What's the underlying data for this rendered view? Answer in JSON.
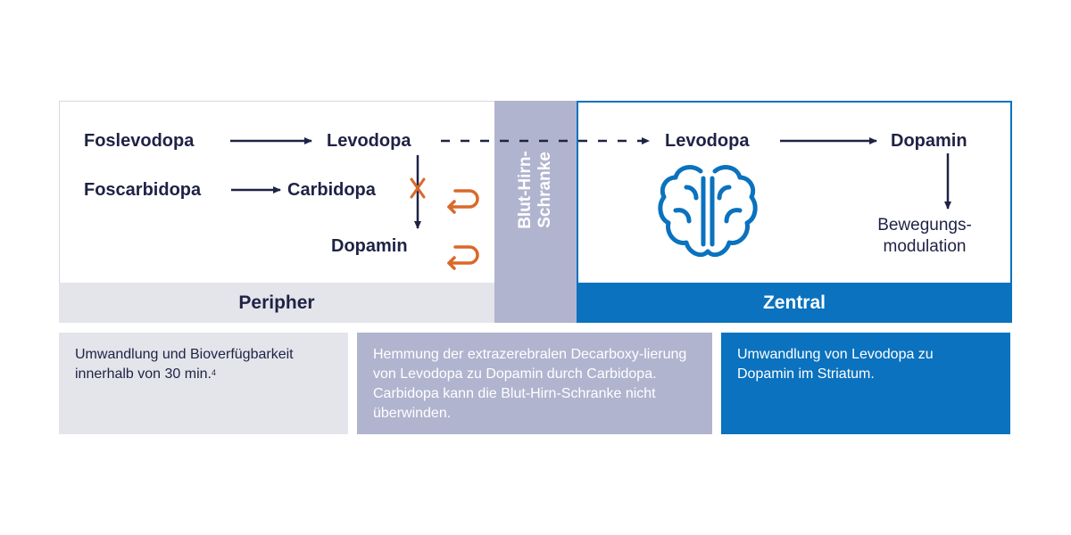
{
  "colors": {
    "navy": "#1f2245",
    "blue": "#0a72be",
    "lavender": "#b1b4cf",
    "light_gray": "#e4e5ea",
    "orange": "#d9692a"
  },
  "barrier": {
    "label": "Blut-Hirn-\nSchranke"
  },
  "peripheral": {
    "band_label": "Peripher",
    "row1": {
      "from": "Foslevodopa",
      "to": "Levodopa"
    },
    "row2": {
      "from": "Foscarbidopa",
      "to": "Carbidopa"
    },
    "product": "Dopamin"
  },
  "central": {
    "band_label": "Zentral",
    "from": "Levodopa",
    "to": "Dopamin",
    "effect_line1": "Bewegungs-",
    "effect_line2": "modulation",
    "brain_icon": "brain-icon"
  },
  "boxes": {
    "peripheral_text": "Umwandlung und Bioverfügbarkeit innerhalb von 30 min.",
    "peripheral_ref": "4",
    "barrier_text": "Hemmung der extrazerebralen Decarboxy-lierung von Levodopa zu Dopamin durch Carbidopa. Carbidopa kann die Blut-Hirn-Schranke nicht überwinden.",
    "central_text": "Umwandlung von Levodopa zu Dopamin im Striatum."
  }
}
